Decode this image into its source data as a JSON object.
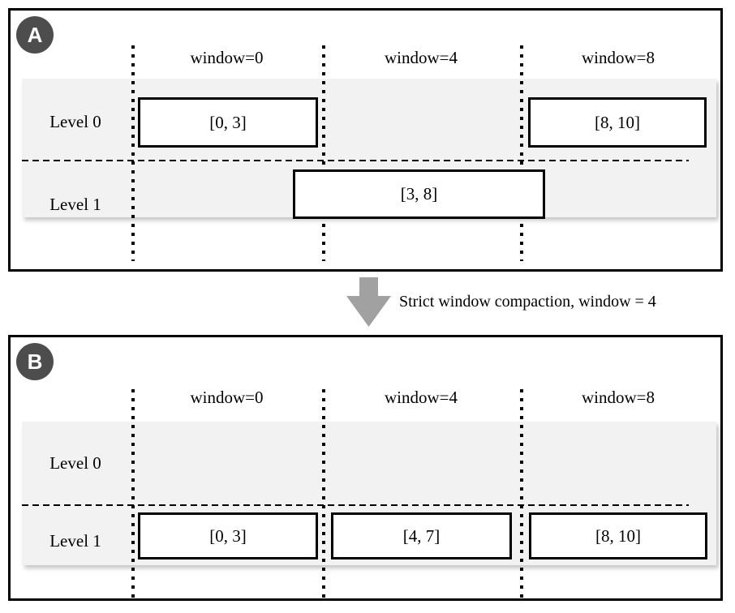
{
  "panelA": {
    "badge": "A",
    "columns": [
      "window=0",
      "window=4",
      "window=8"
    ],
    "levels": {
      "level0": "Level 0",
      "level1": "Level 1"
    },
    "boxes": {
      "level0_window0": "[0, 3]",
      "level0_window8": "[8, 10]",
      "level1_span": "[3, 8]"
    }
  },
  "transition": {
    "label": "Strict window compaction, window = 4",
    "arrow_icon": "down-arrow"
  },
  "panelB": {
    "badge": "B",
    "columns": [
      "window=0",
      "window=4",
      "window=8"
    ],
    "levels": {
      "level0": "Level 0",
      "level1": "Level 1"
    },
    "boxes": {
      "level1_window0": "[0, 3]",
      "level1_window4": "[4, 7]",
      "level1_window8": "[8, 10]"
    }
  },
  "colors": {
    "band": "#f2f2f2",
    "badge": "#4d4d4d",
    "arrow": "#a1a1a1",
    "line": "#000000"
  }
}
